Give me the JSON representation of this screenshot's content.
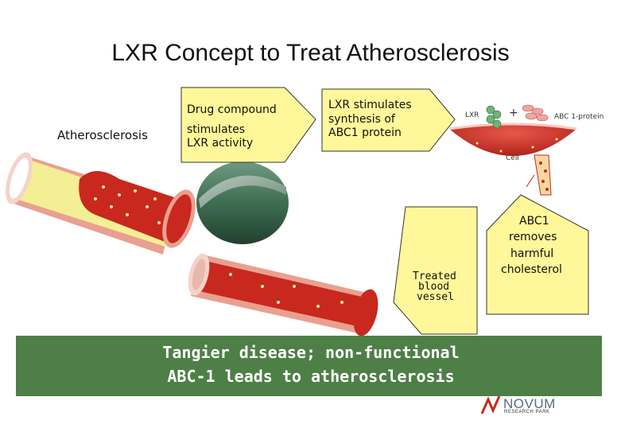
{
  "title": "LXR Concept to Treat Atherosclerosis",
  "labels": {
    "atherosclerosis": "Atherosclerosis",
    "drug_line1": "Drug compound",
    "drug_line2": "stimulates",
    "drug_line3": "LXR activity",
    "lxr_line1": "LXR stimulates",
    "lxr_line2": "synthesis of",
    "lxr_line3": "ABC1 protein",
    "lxr": "LXR",
    "plus": "+",
    "abc_protein": "ABC 1-protein",
    "cell": "Cell",
    "treated_line1": "Treated",
    "treated_line2": "blood",
    "treated_line3": "vessel",
    "abc_line1": "ABC1",
    "abc_line2": "removes",
    "abc_line3": "harmful",
    "abc_line4": "cholesterol"
  },
  "banner": {
    "line1": "Tangier disease; non-functional",
    "line2": "ABC-1 leads to atherosclerosis"
  },
  "logo": {
    "name": "NOVUM",
    "sub": "RESEARCH PARK"
  },
  "colors": {
    "callout_fill": "#fff799",
    "vessel_red": "#c8281e",
    "plaque_yellow": "#f5ee8a",
    "pill_green": "#3f6f52",
    "banner_green": "#4e7f47"
  }
}
